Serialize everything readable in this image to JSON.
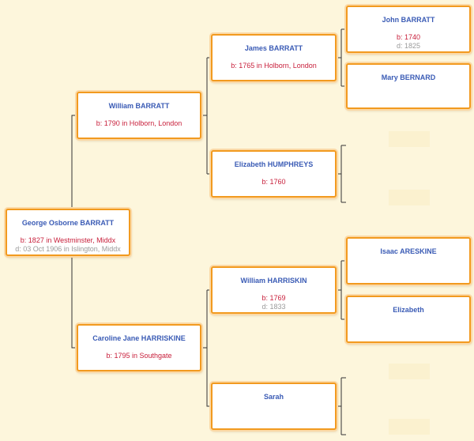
{
  "people": {
    "george": {
      "name": "George Osborne BARRATT",
      "born": "b: 1827 in Westminster, Middx",
      "died": "d: 03 Oct 1906 in Islington, Middx"
    },
    "william_b": {
      "name": "William BARRATT",
      "born": "b: 1790 in Holborn, London"
    },
    "caroline": {
      "name": "Caroline Jane HARRISKINE",
      "born": "b: 1795 in Southgate"
    },
    "james": {
      "name": "James BARRATT",
      "born": "b: 1765 in Holborn, London"
    },
    "elizabeth_h": {
      "name": "Elizabeth HUMPHREYS",
      "born": "b: 1760"
    },
    "william_h": {
      "name": "William HARRISKIN",
      "born": "b: 1769",
      "died": "d: 1833"
    },
    "sarah": {
      "name": "Sarah"
    },
    "john": {
      "name": "John BARRATT",
      "born": "b: 1740",
      "died": "d: 1825"
    },
    "mary": {
      "name": "Mary BERNARD"
    },
    "isaac": {
      "name": "Isaac ARESKINE"
    },
    "elizabeth": {
      "name": "Elizabeth"
    }
  },
  "colors": {
    "background": "#fdf6dc",
    "box_border": "#f29a1f",
    "name": "#3a5bb5",
    "birth": "#c8203c",
    "death": "#9a9a9a",
    "connector": "#333333"
  }
}
